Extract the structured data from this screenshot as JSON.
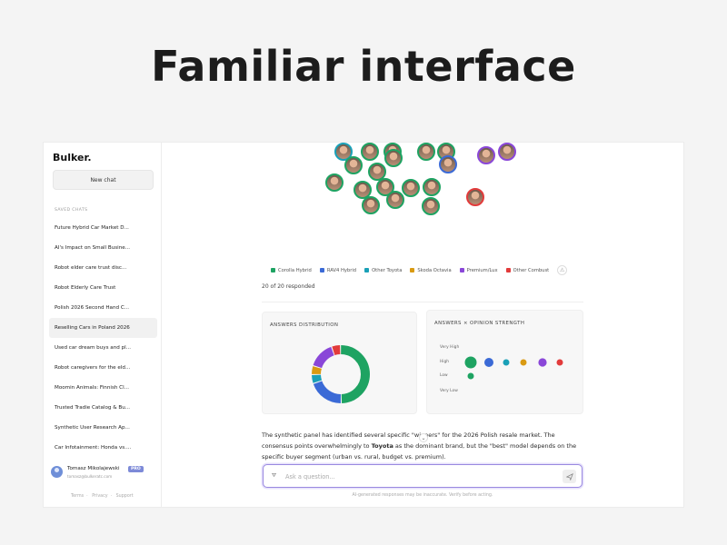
{
  "hero": {
    "title": "Familiar interface"
  },
  "sidebar": {
    "logo": "Bulker.",
    "new_chat_label": "New chat",
    "saved_label": "SAVED CHATS",
    "chats": [
      {
        "label": "Future Hybrid Car Market D..."
      },
      {
        "label": "AI's Impact on Small Busine..."
      },
      {
        "label": "Robot elder care trust disc..."
      },
      {
        "label": "Robot Elderly Care Trust"
      },
      {
        "label": "Polish 2026 Second Hand C..."
      },
      {
        "label": "Reselling Cars in Poland 2026"
      },
      {
        "label": "Used car dream buys and pl..."
      },
      {
        "label": "Robot caregivers for the eld..."
      },
      {
        "label": "Moomin Animals: Finnish Cl..."
      },
      {
        "label": "Trusted Tradie Catalog & Bu..."
      },
      {
        "label": "Synthetic User Research Ap..."
      },
      {
        "label": "Car Infotainment: Honda vs...."
      }
    ],
    "active_chat_index": 5,
    "user": {
      "name": "Tomasz Mikolajewski",
      "email": "tomasz@bulkeratc.com",
      "badge": "PRO"
    },
    "footer": {
      "terms": "Terms",
      "privacy": "Privacy",
      "support": "Support"
    }
  },
  "legend": {
    "items": [
      {
        "label": "Corolla Hybrid",
        "color": "#1ea362"
      },
      {
        "label": "RAV4 Hybrid",
        "color": "#3b6ad6"
      },
      {
        "label": "Other Toyota",
        "color": "#1aa0b7"
      },
      {
        "label": "Skoda Octavia",
        "color": "#d99a12"
      },
      {
        "label": "Premium/Lux",
        "color": "#8a47d8"
      },
      {
        "label": "Other Combust",
        "color": "#e23b3b"
      }
    ],
    "warn_icon": "warning-triangle-icon"
  },
  "responded": "20 of 20 responded",
  "distribution": {
    "title": "ANSWERS DISTRIBUTION"
  },
  "opinion": {
    "title": "ANSWERS × OPINION STRENGTH"
  },
  "chart_data": [
    {
      "type": "pie",
      "title": "ANSWERS DISTRIBUTION",
      "categories": [
        "Corolla Hybrid",
        "RAV4 Hybrid",
        "Other Toyota",
        "Skoda Octavia",
        "Premium/Lux",
        "Other Combust"
      ],
      "values": [
        10,
        4,
        1,
        1,
        3,
        1
      ],
      "colors": [
        "#1ea362",
        "#3b6ad6",
        "#1aa0b7",
        "#d99a12",
        "#8a47d8",
        "#e23b3b"
      ]
    },
    {
      "type": "scatter",
      "title": "ANSWERS × OPINION STRENGTH",
      "y_categories": [
        "Very High",
        "High",
        "Low",
        "Very Low"
      ],
      "x_categories": [
        "Corolla Hybrid",
        "RAV4 Hybrid",
        "Other Toyota",
        "Skoda Octavia",
        "Premium/Lux",
        "Other Combust"
      ],
      "points": [
        {
          "x": "Corolla Hybrid",
          "y": "High",
          "count": 9,
          "color": "#1ea362"
        },
        {
          "x": "RAV4 Hybrid",
          "y": "High",
          "count": 4,
          "color": "#3b6ad6"
        },
        {
          "x": "Other Toyota",
          "y": "High",
          "count": 1,
          "color": "#1aa0b7"
        },
        {
          "x": "Skoda Octavia",
          "y": "High",
          "count": 1,
          "color": "#d99a12"
        },
        {
          "x": "Premium/Lux",
          "y": "High",
          "count": 3,
          "color": "#8a47d8"
        },
        {
          "x": "Other Combust",
          "y": "High",
          "count": 1,
          "color": "#e23b3b"
        },
        {
          "x": "Corolla Hybrid",
          "y": "Low",
          "count": 1,
          "color": "#1ea362"
        }
      ]
    }
  ],
  "answer": {
    "part1": "The synthetic panel has identified several specific \"winners\" for the 2026 Polish resale market. The consensus points overwhelmingly to ",
    "bold": "Toyota",
    "part2": " as the dominant brand, but the \"best\" model depends on the specific buyer segment (urban vs. rural, budget vs. premium)."
  },
  "ask": {
    "placeholder": "Ask a question...",
    "filter_icon": "filter-icon",
    "send_icon": "send-icon"
  },
  "disclaimer": "AI-generated responses may be inaccurate. Verify before acting."
}
